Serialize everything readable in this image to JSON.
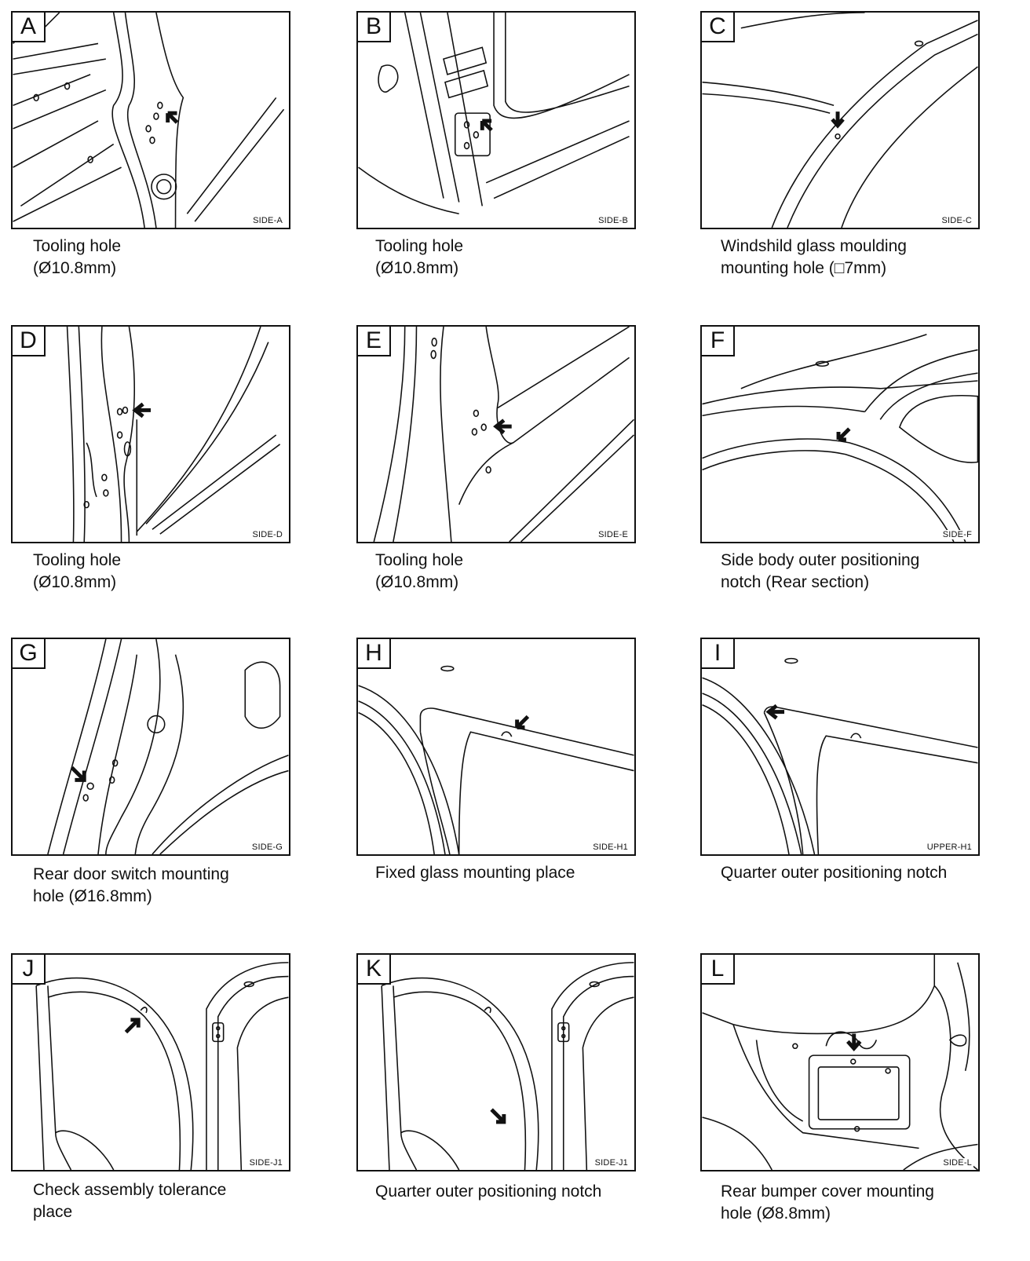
{
  "panels": [
    {
      "letter": "A",
      "code": "SIDE-A",
      "caption": "Tooling hole\n(Ø10.8mm)"
    },
    {
      "letter": "B",
      "code": "SIDE-B",
      "caption": "Tooling hole\n(Ø10.8mm)"
    },
    {
      "letter": "C",
      "code": "SIDE-C",
      "caption": "Windshild glass moulding\nmounting hole (□7mm)"
    },
    {
      "letter": "D",
      "code": "SIDE-D",
      "caption": "Tooling hole\n(Ø10.8mm)"
    },
    {
      "letter": "E",
      "code": "SIDE-E",
      "caption": "Tooling hole\n(Ø10.8mm)"
    },
    {
      "letter": "F",
      "code": "SIDE-F",
      "caption": "Side body outer positioning\nnotch (Rear section)"
    },
    {
      "letter": "G",
      "code": "SIDE-G",
      "caption": "Rear door switch mounting\nhole (Ø16.8mm)"
    },
    {
      "letter": "H",
      "code": "SIDE-H1",
      "caption": "Fixed glass mounting place"
    },
    {
      "letter": "I",
      "code": "UPPER-H1",
      "caption": "Quarter outer positioning notch"
    },
    {
      "letter": "J",
      "code": "SIDE-J1",
      "caption": "Check assembly tolerance\nplace"
    },
    {
      "letter": "K",
      "code": "SIDE-J1",
      "caption": "Quarter outer positioning notch"
    },
    {
      "letter": "L",
      "code": "SIDE-L",
      "caption": "Rear bumper cover mounting\nhole (Ø8.8mm)"
    }
  ]
}
